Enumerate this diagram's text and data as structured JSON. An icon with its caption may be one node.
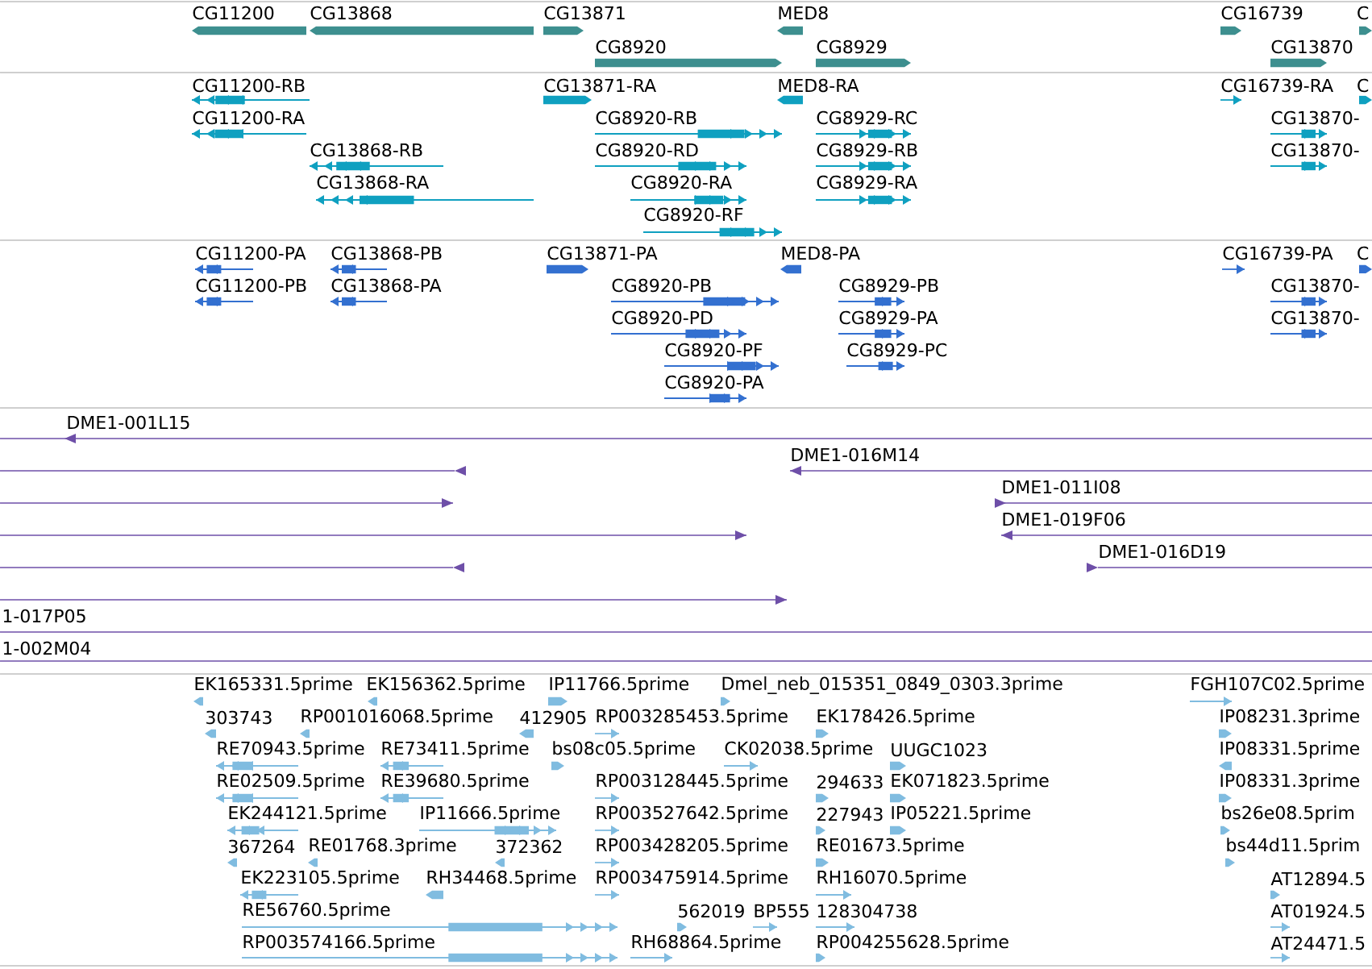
{
  "diagram": {
    "labels": [
      "CG11200",
      "CG13868",
      "CG13871",
      "MED8",
      "CG16739",
      "C",
      "CG8920",
      "CG8929",
      "CG13870",
      "CG11200-RB",
      "CG13871-RA",
      "MED8-RA",
      "CG16739-RA",
      "C",
      "CG11200-RA",
      "CG8920-RB",
      "CG8929-RC",
      "CG13870-",
      "CG13868-RB",
      "CG8920-RD",
      "CG8929-RB",
      "CG13870-",
      "CG13868-RA",
      "CG8920-RA",
      "CG8929-RA",
      "CG8920-RF",
      "CG11200-PA",
      "CG13868-PB",
      "CG13871-PA",
      "MED8-PA",
      "CG16739-PA",
      "C",
      "CG11200-PB",
      "CG13868-PA",
      "CG8920-PB",
      "CG8929-PB",
      "CG13870-",
      "CG8920-PD",
      "CG8929-PA",
      "CG13870-",
      "CG8920-PF",
      "CG8929-PC",
      "CG8920-PA",
      "DME1-001L15",
      "DME1-016M14",
      "DME1-011I08",
      "DME1-019F06",
      "DME1-016D19",
      "1-017P05",
      "1-002M04",
      "EK165331.5prime",
      "EK156362.5prime",
      "IP11766.5prime",
      "Dmel_neb_015351_0849_0303.3prime",
      "FGH107C02.5prime",
      "303743",
      "RP001016068.5prime",
      "412905",
      "RP003285453.5prime",
      "EK178426.5prime",
      "IP08231.3prime",
      "RE70943.5prime",
      "RE73411.5prime",
      "bs08c05.5prime",
      "CK02038.5prime",
      "UUGC1023",
      "IP08331.5prime",
      "RE02509.5prime",
      "RE39680.5prime",
      "RP003128445.5prime",
      "294633",
      "EK071823.5prime",
      "IP08331.3prime",
      "EK244121.5prime",
      "IP11666.5prime",
      "RP003527642.5prime",
      "227943",
      "IP05221.5prime",
      "bs26e08.5prim",
      "367264",
      "RE01768.3prime",
      "372362",
      "RP003428205.5prime",
      "RE01673.5prime",
      "bs44d11.5prim",
      "EK223105.5prime",
      "RH34468.5prime",
      "RP003475914.5prime",
      "RH16070.5prime",
      "AT12894.5",
      "RE56760.5prime",
      "562019",
      "BP555",
      "128304738",
      "AT01924.5",
      "RP003574166.5prime",
      "RH68864.5prime",
      "RP004255628.5prime",
      "AT24471.5"
    ]
  }
}
